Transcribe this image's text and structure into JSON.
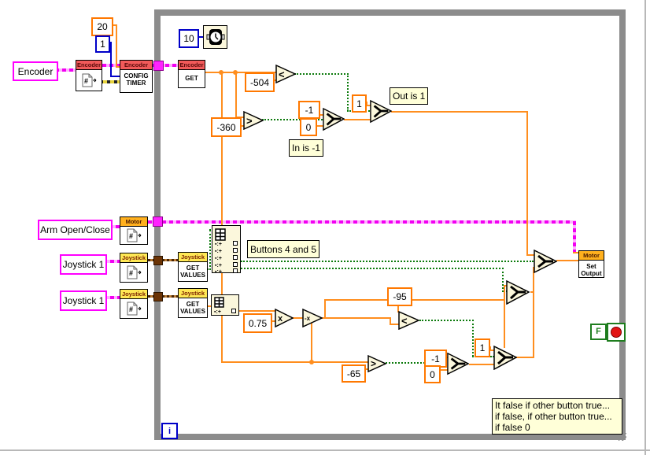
{
  "diagram": {
    "constants": {
      "timer_ticks": "20",
      "encoder_mode": "1",
      "wait_ms": "10",
      "enc_upper": "-504",
      "enc_lower": "-360",
      "in_true": "-1",
      "in_false": "0",
      "out_true": "1",
      "scale": "0.75",
      "axis_upper": "-95",
      "axis_lower": "-65",
      "btn_true": "-1",
      "btn_false": "0",
      "btn_out": "1",
      "loop_continue": "F"
    },
    "node_labels": {
      "encoder_header": "Encoder",
      "motor_header": "Motor",
      "joystick_header": "Joystick",
      "config_timer": [
        "CONFIG",
        "TIMER"
      ],
      "get": "GET",
      "get_values": [
        "GET",
        "VALUES"
      ],
      "set_output": [
        "Set",
        "Output"
      ],
      "less": "<",
      "greater": ">",
      "multiply": "x",
      "negate": "-x"
    },
    "free_labels": {
      "encoder": "Encoder",
      "arm": "Arm Open/Close",
      "joystick_a": "Joystick 1",
      "joystick_b": "Joystick 1",
      "out_is_1": "Out is 1",
      "in_is_neg1": "In is -1",
      "buttons": "Buttons 4 and 5",
      "comment": [
        "It false if other button true...",
        "if false, if other button true...",
        "if false 0"
      ],
      "iteration": "i"
    },
    "colors": {
      "numeric_wire": "#FF8E1E",
      "boolean_wire": "#0C7A0C",
      "refnum_wire": "#F200F2",
      "cluster_wire": "#4A2400",
      "node_fill": "#FBF7DC",
      "red_header": "#F25A5A",
      "yellow_header": "#FFE855",
      "orange_header": "#FFB01E",
      "loop_border": "#8C8C8C",
      "stop_red": "#E21414",
      "bool_green": "#1E7D1E",
      "int_blue": "#0000C8"
    }
  }
}
